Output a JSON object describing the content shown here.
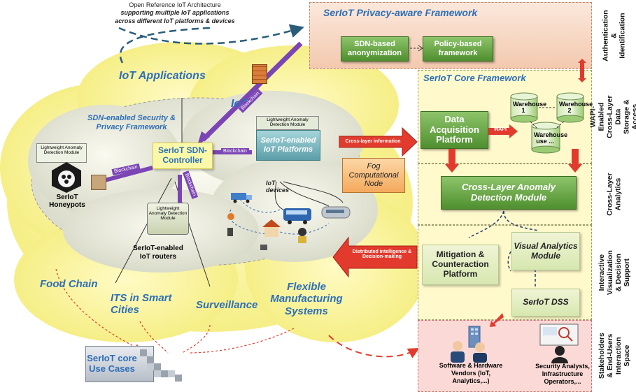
{
  "header_note": {
    "line1": "Open Reference IoT Architecture",
    "line2": "supporting multiple IoT applications",
    "line3": "across different IoT platforms & devices"
  },
  "privacy_framework": {
    "title": "SerIoT Privacy-aware Framework",
    "box1": "SDN-based anonymization",
    "box2": "Policy-based framework"
  },
  "core_framework": {
    "title": "SerIoT Core Framework",
    "data_acquisition": "Data Acquisition Platform",
    "warehouses": [
      "Warehouse 1",
      "Warehouse 2",
      "Warehouse use ..."
    ],
    "wapi": "WAPI",
    "anomaly": "Cross-Layer Anomaly Detection Module",
    "mitigation": "Mitigation & Counteraction Platform",
    "visual": "Visual Analytics Module",
    "dss": "SerIoT DSS"
  },
  "side_labels": [
    "Authentication & Identification",
    "WAPI-Enabled Cross-Layer Data Storage & Access",
    "Cross-Layer Analytics",
    "Interactive Visualization & Decision Support",
    "Stakeholders & End-Users Interaction Space"
  ],
  "cloud": {
    "iot_applications": "IoT Applications",
    "sdn_security": "SDN-enabled Security & Privacy Framework",
    "iot": "IoT",
    "sdn_controller": "SerIoT SDN-Controller",
    "platforms": "SerIoT-enabled IoT Platforms",
    "lightweight": "Lightweight Anomaly Detection Module",
    "honeypots": "SerIoT Honeypots",
    "routers": "SerIoT-enabled IoT routers",
    "iot_devices": "IoT devices",
    "blockchain": "Blockchain",
    "food_chain": "Food Chain",
    "its": "ITS in Smart Cities",
    "surveillance": "Surveillance",
    "flexible": "Flexible Manufacturing Systems"
  },
  "fog": "Fog Computational Node",
  "arrows": {
    "cross_layer_info": "Cross-layer information",
    "distributed": "Distributed intelligence & Decision-making"
  },
  "use_cases": "SerIoT core Use Cases",
  "stakeholders": {
    "vendors": "Software & Hardware Vendors (IoT, Analytics,...)",
    "analysts": "Security Analysts, Infrastructure Operators,..."
  }
}
